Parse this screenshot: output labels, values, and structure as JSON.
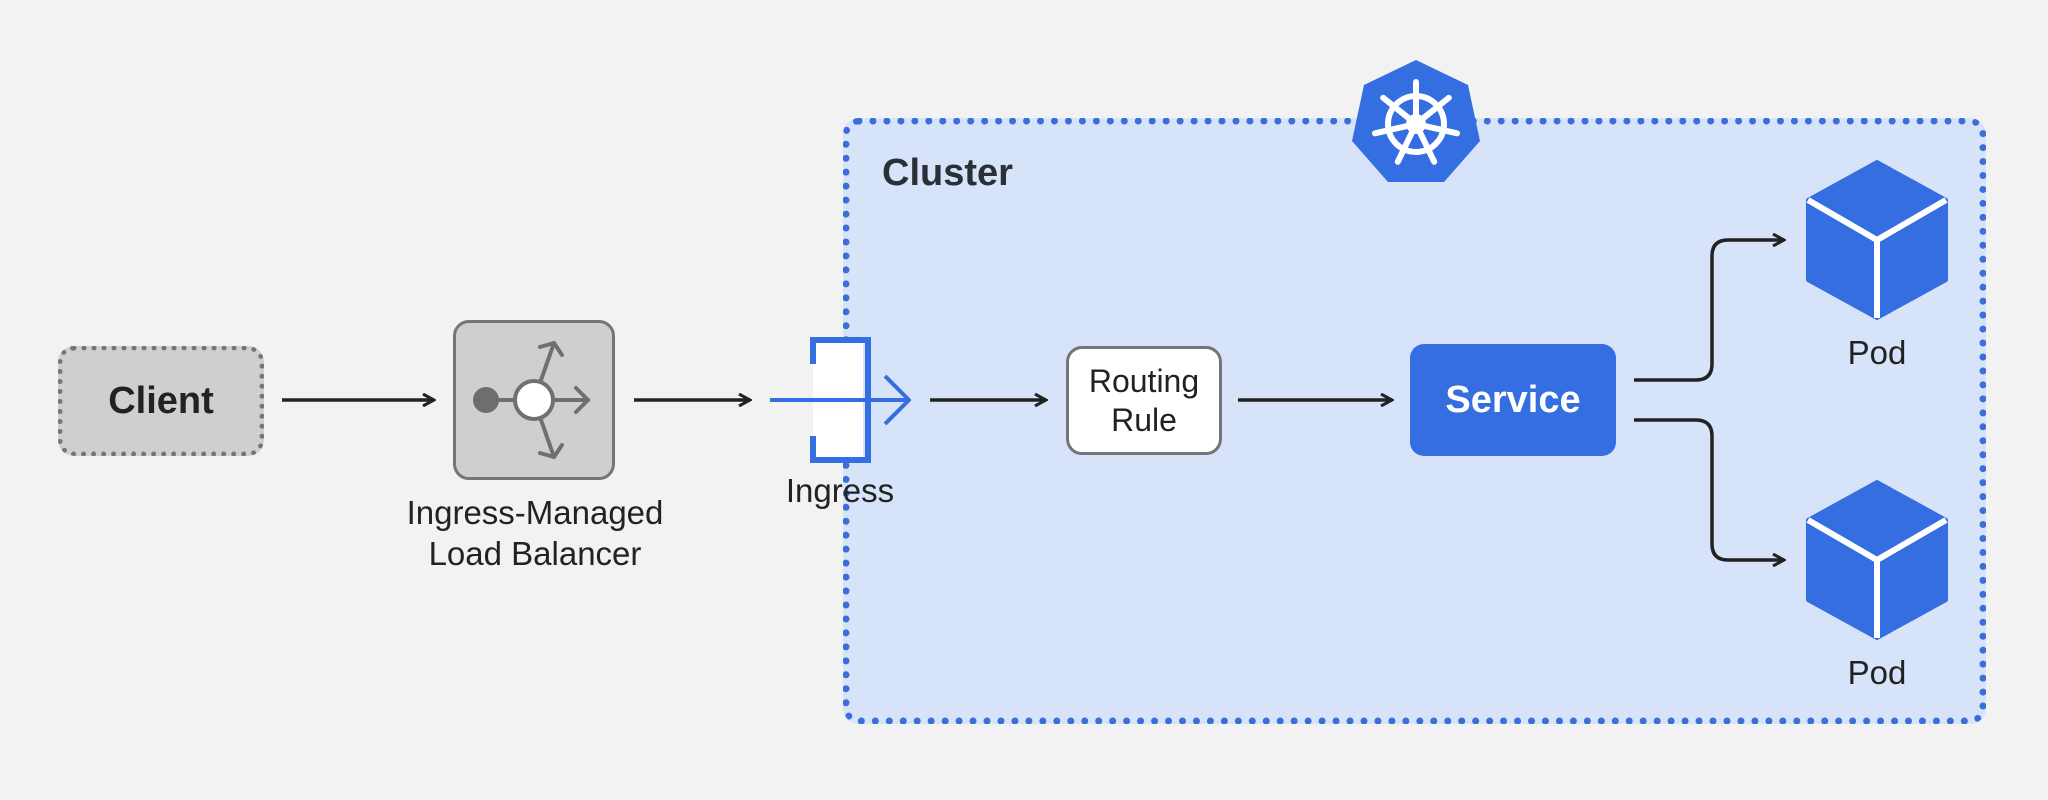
{
  "cluster": {
    "label": "Cluster",
    "logo_icon": "kubernetes-helm-icon",
    "background": "#d6e3f8",
    "border_color": "#3a6fd8"
  },
  "nodes": {
    "client": {
      "label": "Client"
    },
    "load_balancer": {
      "label_line1": "Ingress-Managed",
      "label_line2": "Load Balancer",
      "icon": "load-balancer-icon"
    },
    "ingress": {
      "label": "Ingress",
      "icon": "ingress-icon"
    },
    "routing_rule": {
      "label_line1": "Routing",
      "label_line2": "Rule"
    },
    "service": {
      "label": "Service"
    },
    "pods": [
      {
        "label": "Pod",
        "icon": "pod-cube-icon"
      },
      {
        "label": "Pod",
        "icon": "pod-cube-icon"
      }
    ]
  },
  "edges": [
    {
      "from": "Client",
      "to": "Ingress-Managed Load Balancer"
    },
    {
      "from": "Ingress-Managed Load Balancer",
      "to": "Ingress"
    },
    {
      "from": "Ingress",
      "to": "Routing Rule"
    },
    {
      "from": "Routing Rule",
      "to": "Service"
    },
    {
      "from": "Service",
      "to": "Pod"
    },
    {
      "from": "Service",
      "to": "Pod"
    }
  ],
  "colors": {
    "accent_blue": "#356ee0",
    "gray_fill": "#cfcfcf",
    "gray_stroke": "#757575",
    "arrow": "#222222"
  }
}
